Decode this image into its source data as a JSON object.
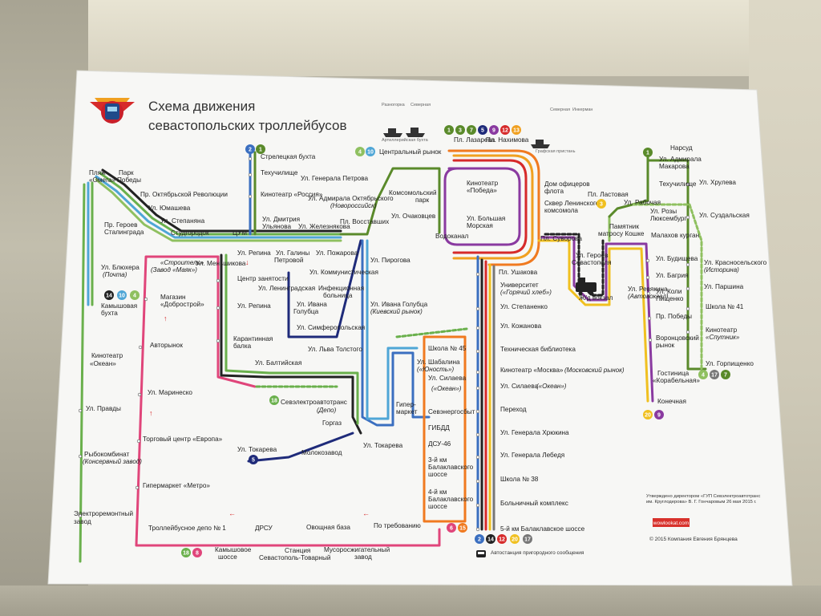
{
  "title_line1": "Схема движения",
  "title_line2": "севастопольских троллейбусов",
  "top_tiny": [
    "Разногорка",
    "Северная",
    "Артиллерийская бухта",
    "Графская пристань",
    "Северная",
    "Инкерман"
  ],
  "header_badges": {
    "numbers": [
      "1",
      "3",
      "7",
      "5",
      "9",
      "12",
      "13"
    ],
    "colors": [
      "#5a8a2a",
      "#5a8a2a",
      "#5a8a2a",
      "#1f2b7a",
      "#8a3aa0",
      "#d62a2a",
      "#f0a020"
    ],
    "label_left": "Пл. Лазарева",
    "label_right": "Пл. Нахимова"
  },
  "stops": {
    "s1": "Стрелецкая бухта",
    "s2": "Техучилище",
    "s3": "Кинотеатр «Россия»",
    "s4": "Ул. Дмитрия",
    "s4b": "Ульянова",
    "s5": "Ул. Железнякова",
    "s6": "Ул. Генерала Петрова",
    "s7": "Ул. Адмирала Октябрьского",
    "s7b": "(Новороссийск)",
    "s8": "Комсомольский",
    "s8b": "парк",
    "s9": "Центральный рынок",
    "s10": "Пл. Восставших",
    "s11": "Ул. Очаковцев",
    "s12": "Водоканал",
    "s13": "Кинотеатр",
    "s13b": "«Победа»",
    "s14": "Ул. Большая",
    "s14b": "Морская",
    "s15": "Дом офицеров",
    "s15b": "флота",
    "s16": "Сквер Ленинского",
    "s16b": "комсомола",
    "s17": "Пл. Суворова",
    "s18": "Пл. Ушакова",
    "s19": "Университет",
    "s19b": "(«Горячий хлеб»)",
    "s20": "Ул. Степаненко",
    "s21": "Ул. Кожанова",
    "s22": "Техническая библиотека",
    "s23": "Кинотеатр «Москва»",
    "s23b": "(Московский рынок)",
    "s24": "Ул. Силаева",
    "s24b": "(«Океан»)",
    "s25": "Переход",
    "s26": "Ул. Генерала Хрюкина",
    "s27": "Ул. Генерала Лебедя",
    "s28": "Школа № 38",
    "s29": "Больничный комплекс",
    "s30": "5-й км Балаклавское шоссе",
    "s31": "Пляж",
    "s31b": "«Омега»",
    "s32": "Парк",
    "s32b": "Победы",
    "s33": "Пр. Октябрьской Революции",
    "s34": "Ул. Юмашева",
    "s35": "Пр. Героев",
    "s35b": "Сталинграда",
    "s36": "Ул. Степаняна",
    "s37": "Студгородок",
    "s38": "ЦУМ",
    "s39": "Ул. Репина",
    "s40": "Ул. Галины",
    "s40b": "Петровой",
    "s41": "Ул. Пожарова",
    "s42": "Ул. Пирогова",
    "s43": "Ул. Коммунистическая",
    "s44": "Ул. Ленинградская",
    "s45": "Инфекционная",
    "s45b": "больница",
    "s46": "Ул. Ивана",
    "s46b": "Голубца",
    "s47": "Ул. Ивана Голубца",
    "s47b": "(Киевский рынок)",
    "s48": "Ул. Симферопольская",
    "s49": "Ул. Льва Толстого",
    "s50": "Ул. Блюхера",
    "s50b": "(Почта)",
    "s51": "Камышовая",
    "s51b": "бухта",
    "s52": "«Строитель»",
    "s52b": "(Завод «Маяк»)",
    "s53": "Ул. Меньшикова",
    "s54": "Центр занятости",
    "s55": "Ул. Репина",
    "s56": "Магазин",
    "s56b": "«Добрострой»",
    "s57": "Авторынок",
    "s58": "Карантинная",
    "s58b": "балка",
    "s59": "Ул. Балтийская",
    "s60": "Кинотеатр",
    "s60b": "«Океан»",
    "s61": "Ул. Маринеско",
    "s62": "Севэлектроавтотранс",
    "s62b": "(Депо)",
    "s63": "Горгаз",
    "s64": "Гипер-",
    "s64b": "маркет",
    "s65": "Ул. Правды",
    "s66": "Торговый центр «Европа»",
    "s67": "Ул. Токарева",
    "s68": "Ул. Токарева",
    "s69": "Молокозавод",
    "s70": "Рыбокомбинат",
    "s70b": "(Консервный завод)",
    "s71": "Гипермаркет «Метро»",
    "s72": "Школа № 45",
    "s73": "Ул. Шабалина",
    "s73b": "(«Юность»)",
    "s74": "Ул. Силаева",
    "s74b": "(«Океан»)",
    "s75": "Севэнергосбыт",
    "s76": "ГИБДД",
    "s77": "ДСУ-46",
    "s78": "3-й км",
    "s78b": "Балаклавского",
    "s78c": "шоссе",
    "s79": "4-й км",
    "s79b": "Балаклавского",
    "s79c": "шоссе",
    "s80": "Электроремонтный",
    "s80b": "завод",
    "s81": "Троллейбусное депо № 1",
    "s82": "ДРСУ",
    "s83": "Овощная база",
    "s84": "По требованию",
    "s85": "Камышовое",
    "s85b": "шоссе",
    "s86": "Станция",
    "s86b": "Севастополь-Товарный",
    "s87": "Мусоросжигательный",
    "s87b": "завод",
    "s88": "Наpсуд",
    "s89": "Ул. Адмирала",
    "s89b": "Макарова",
    "s90": "Техучилище",
    "s91": "Ул. Хрулева",
    "s92": "Пл. Ластовая",
    "s93": "Ул. Рабочая",
    "s94": "Ул. Розы",
    "s94b": "Люксембург",
    "s95": "Ул. Суздальская",
    "s96": "Памятник",
    "s96b": "матросу Кошке",
    "s97": "Малахов курган",
    "s98": "Ул. Героев",
    "s98b": "Севастополя",
    "s99": "Ул. Будищева",
    "s100": "Ул. Красносельского",
    "s100b": "(Историна)",
    "s101": "Ул. Багрия",
    "s102": "Ул. Ревякина",
    "s102b": "(Автовокзал)",
    "s103": "Ул. Паршина",
    "s104": "Ж/д вокзал",
    "s105": "Ул. Коли",
    "s105b": "Пищенко",
    "s106": "Школа № 41",
    "s107": "Пр. Победы",
    "s108": "Кинотеатр",
    "s108b": "«Спутник»",
    "s109": "Воронцовский",
    "s109b": "рынок",
    "s110": "Ул. Горпищенко",
    "s111": "Гостиница",
    "s111b": "«Корабельная»",
    "s112": "Конечная"
  },
  "route_badges": [
    {
      "n": "2",
      "c": "#3b6fc0"
    },
    {
      "n": "1",
      "c": "#5a8a2a"
    },
    {
      "n": "10",
      "c": "#4fa6d6"
    },
    {
      "n": "14",
      "c": "#222222"
    },
    {
      "n": "4",
      "c": "#8fc060"
    },
    {
      "n": "1",
      "c": "#5a8a2a"
    },
    {
      "n": "10",
      "c": "#4fa6d6"
    },
    {
      "n": "18",
      "c": "#6ab04c"
    },
    {
      "n": "5",
      "c": "#1f2b7a"
    },
    {
      "n": "18",
      "c": "#6ab04c"
    },
    {
      "n": "8",
      "c": "#e0457a"
    },
    {
      "n": "6",
      "c": "#e0457a"
    },
    {
      "n": "15",
      "c": "#f07a20"
    },
    {
      "n": "2",
      "c": "#3b6fc0"
    },
    {
      "n": "14",
      "c": "#222222"
    },
    {
      "n": "12",
      "c": "#d62a2a"
    },
    {
      "n": "20",
      "c": "#f0c020"
    },
    {
      "n": "17",
      "c": "#777777"
    },
    {
      "n": "1",
      "c": "#5a8a2a"
    },
    {
      "n": "3",
      "c": "#f0c020"
    },
    {
      "n": "4",
      "c": "#8fc060"
    },
    {
      "n": "17",
      "c": "#777777"
    },
    {
      "n": "7",
      "c": "#5a8a2a"
    },
    {
      "n": "20",
      "c": "#f0c020"
    },
    {
      "n": "9",
      "c": "#8a3aa0"
    }
  ],
  "bus_note": "Автостанция пригородного сообщения",
  "approval": "Утверждено директором «ГУП Севэлектроавтотранс им. Круглодерова» В. Г. Гончаровым 26 мая 2015 г.",
  "website": "wowlookat.com",
  "copyright": "© 2015 Компания Евгения Брянцева",
  "colors": {
    "paper": "#f7f7f5",
    "title": "#333333",
    "web_bg": "#d8312b"
  }
}
